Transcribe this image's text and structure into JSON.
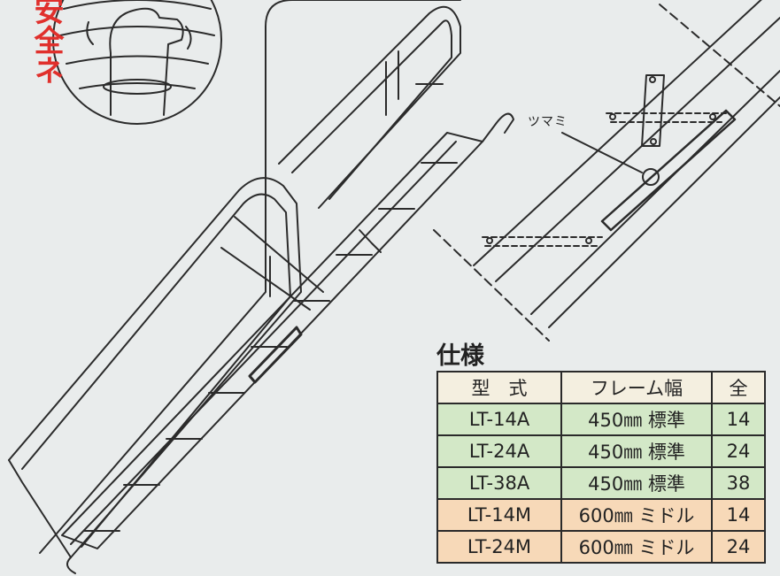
{
  "side_text": "安全ネ",
  "callout_label": "ツマミ",
  "spec": {
    "title": "仕様",
    "headers": [
      "型　式",
      "フレーム幅",
      "全"
    ],
    "rows": [
      {
        "model": "LT-14A",
        "frame": "450㎜ 標準",
        "total": "14",
        "group": "standard"
      },
      {
        "model": "LT-24A",
        "frame": "450㎜ 標準",
        "total": "24",
        "group": "standard"
      },
      {
        "model": "LT-38A",
        "frame": "450㎜ 標準",
        "total": "38",
        "group": "standard"
      },
      {
        "model": "LT-14M",
        "frame": "600㎜ ミドル",
        "total": "14",
        "group": "middle"
      },
      {
        "model": "LT-24M",
        "frame": "600㎜ ミドル",
        "total": "24",
        "group": "middle"
      }
    ]
  },
  "colors": {
    "background": "#e9ecec",
    "side_text": "#e0302c",
    "standard_row": "#d3e8c7",
    "middle_row": "#f7d9b8",
    "header_row": "#f4efe0"
  }
}
